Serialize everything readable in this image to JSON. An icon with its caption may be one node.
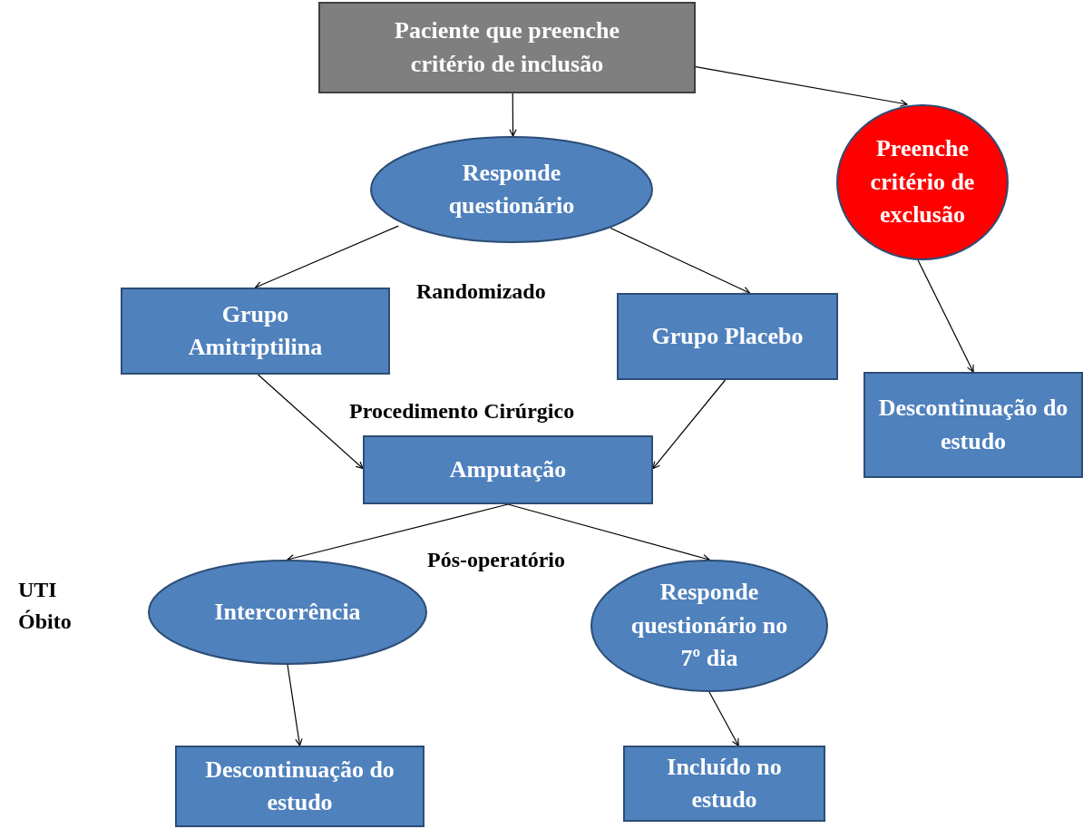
{
  "diagram": {
    "nodes": [
      {
        "text": [
          "Paciente que preenche critério de inclusão"
        ]
      },
      {
        "text": [
          "Responde questionário"
        ]
      },
      {
        "text": [
          "Preenche critério de exclusão"
        ]
      },
      {
        "text": [
          "Grupo Amitriptilina"
        ]
      },
      {
        "text": [
          "Grupo Placebo"
        ]
      },
      {
        "text": [
          "Descontinuação do estudo"
        ]
      },
      {
        "text": [
          "Amputação"
        ]
      },
      {
        "text": [
          "Intercorrência"
        ]
      },
      {
        "text": [
          "Responde questionário no 7º dia"
        ]
      },
      {
        "text": [
          "Descontinuação do estudo"
        ]
      },
      {
        "text": [
          "Incluído no estudo"
        ]
      }
    ],
    "edges": [
      {
        "from": 0,
        "to": 1,
        "arrow": "to"
      },
      {
        "from": 0,
        "to": 2,
        "arrow": "to"
      },
      {
        "from": 1,
        "to": 3,
        "arrow": "to"
      },
      {
        "from": 1,
        "to": 4,
        "arrow": "to"
      },
      {
        "from": 2,
        "to": 5,
        "arrow": "to"
      },
      {
        "from": 3,
        "to": 6,
        "arrow": "to"
      },
      {
        "from": 4,
        "to": 6,
        "arrow": "to"
      },
      {
        "from": 6,
        "to": 7,
        "arrow": "to"
      },
      {
        "from": 6,
        "to": 8,
        "arrow": "to"
      },
      {
        "from": 7,
        "to": 9,
        "arrow": "to"
      },
      {
        "from": 8,
        "to": 10,
        "arrow": "to"
      }
    ],
    "labels": [
      "Randomizado",
      "Procedimento Cirúrgico",
      "Pós-operatório",
      "UTI",
      "Óbito"
    ]
  }
}
